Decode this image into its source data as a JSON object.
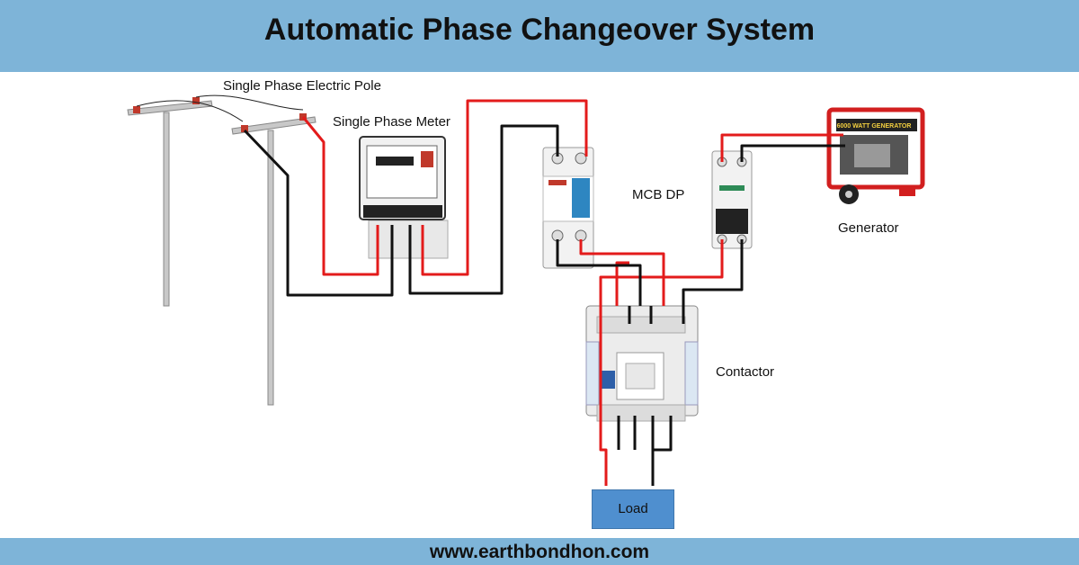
{
  "header": {
    "title": "Automatic Phase Changeover System"
  },
  "labels": {
    "pole": "Single Phase Electric Pole",
    "meter": "Single Phase Meter",
    "mcb": "MCB DP",
    "generator": "Generator",
    "contactor": "Contactor",
    "load": "Load"
  },
  "generator_panel_text": "6000 WATT GENERATOR",
  "footer": {
    "url": "www.earthbondhon.com"
  },
  "colors": {
    "banner": "#7eb4d8",
    "live_wire": "#e31b1b",
    "neutral_wire": "#111111",
    "load_box": "#4f8fcf",
    "generator_frame": "#d21f1f"
  }
}
